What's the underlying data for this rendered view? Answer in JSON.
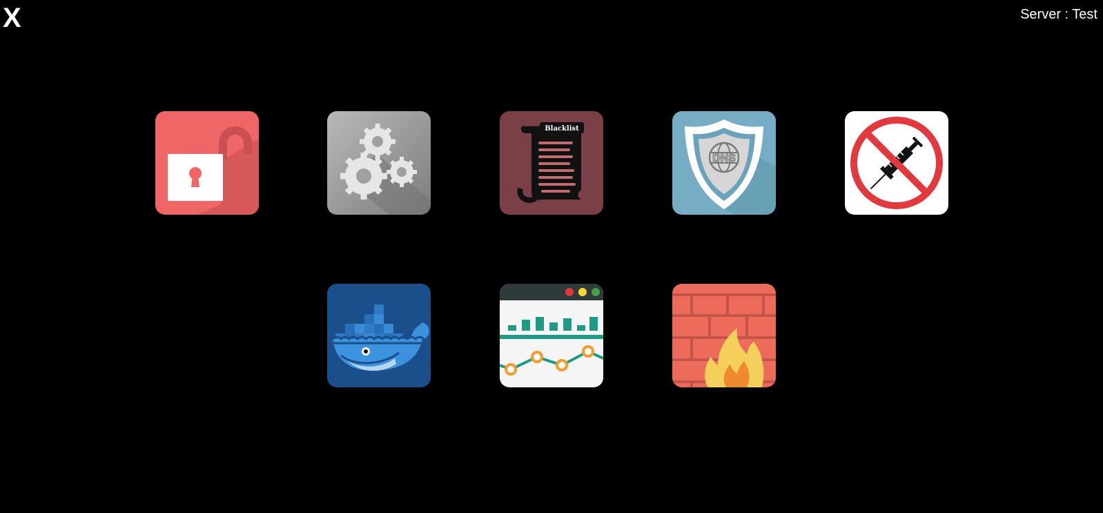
{
  "header": {
    "close_label": "X",
    "server_label": "Server : Test"
  },
  "icons": {
    "blacklist_banner_text": "Blacklist",
    "dns_shield_text": "DNS"
  },
  "tiles": [
    {
      "icon": "unlock-icon",
      "color": "#ee6666"
    },
    {
      "icon": "gears-icon",
      "color": "#9a9a9a"
    },
    {
      "icon": "blacklist-scroll-icon",
      "color": "#7a3f47"
    },
    {
      "icon": "dns-shield-icon",
      "color": "#76adc4"
    },
    {
      "icon": "no-injection-icon",
      "color": "#ffffff"
    },
    {
      "icon": "docker-whale-icon",
      "color": "#1a4f8c"
    },
    {
      "icon": "monitoring-chart-icon",
      "color": "#f5f5f5"
    },
    {
      "icon": "firewall-icon",
      "color": "#ec6b5a"
    }
  ]
}
